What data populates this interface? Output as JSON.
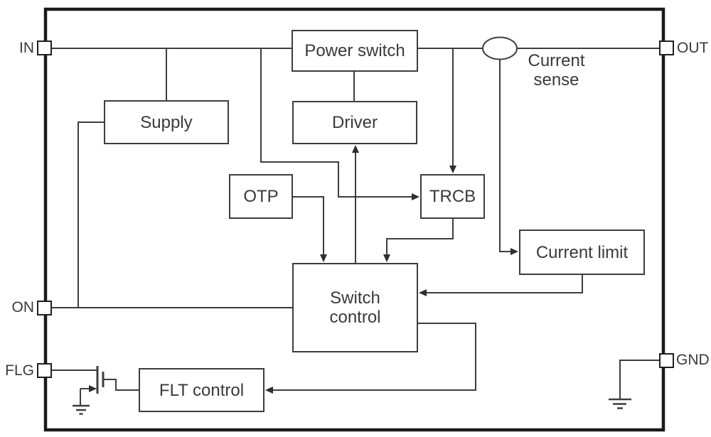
{
  "diagram": {
    "pins": {
      "in": "IN",
      "out": "OUT",
      "on": "ON",
      "flg": "FLG",
      "gnd": "GND"
    },
    "blocks": {
      "power_switch": "Power switch",
      "supply": "Supply",
      "driver": "Driver",
      "otp": "OTP",
      "trcb": "TRCB",
      "current_limit": "Current limit",
      "switch_control_line1": "Switch",
      "switch_control_line2": "control",
      "flt_control": "FLT control"
    },
    "annotations": {
      "current_sense_line1": "Current",
      "current_sense_line2": "sense"
    },
    "symbols": {
      "transistor": "nmos-transistor",
      "ground_left": "ground-symbol",
      "ground_right": "ground-symbol",
      "current_sense_element": "ellipse-sense-element"
    },
    "colors": {
      "background": "#ffffff",
      "wire": "#3d3d3d",
      "outer_border": "#1a1a1a",
      "text": "#3a3a3a"
    }
  }
}
